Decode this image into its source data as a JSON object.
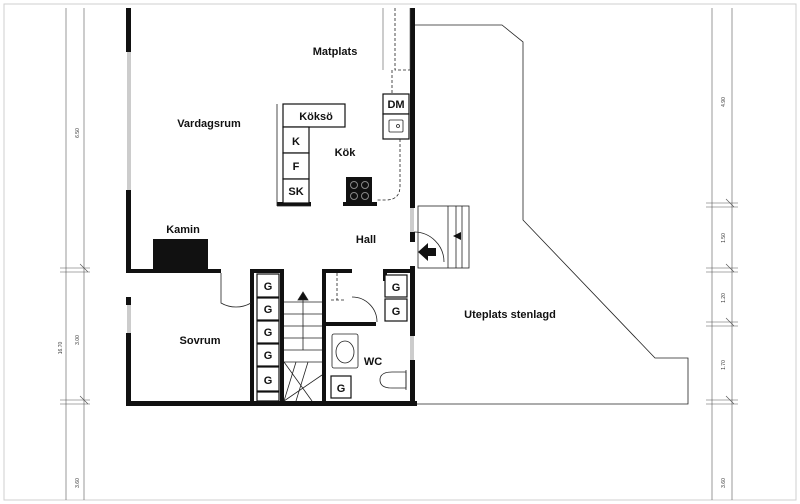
{
  "rooms": {
    "matplats": "Matplats",
    "vardagsrum": "Vardagsrum",
    "koksoe": "Köksö",
    "kok": "Kök",
    "hall": "Hall",
    "kamin": "Kamin",
    "sovrum": "Sovrum",
    "wc": "WC",
    "uteplats": "Uteplats stenlagd"
  },
  "appliances": {
    "dm": "DM",
    "k": "K",
    "f": "F",
    "sk": "SK"
  },
  "wardrobes": {
    "g": "G"
  },
  "dimensions": {
    "left_total": "16.70",
    "left_top": "6.50",
    "left_middle": "3.00",
    "left_bottom": "3.60",
    "right_top": "4.90",
    "right_a": "1.50",
    "right_b": "1.20",
    "right_c": "1.70",
    "right_bottom": "3.60"
  },
  "colors": {
    "wall": "#111111",
    "background": "#ffffff"
  }
}
